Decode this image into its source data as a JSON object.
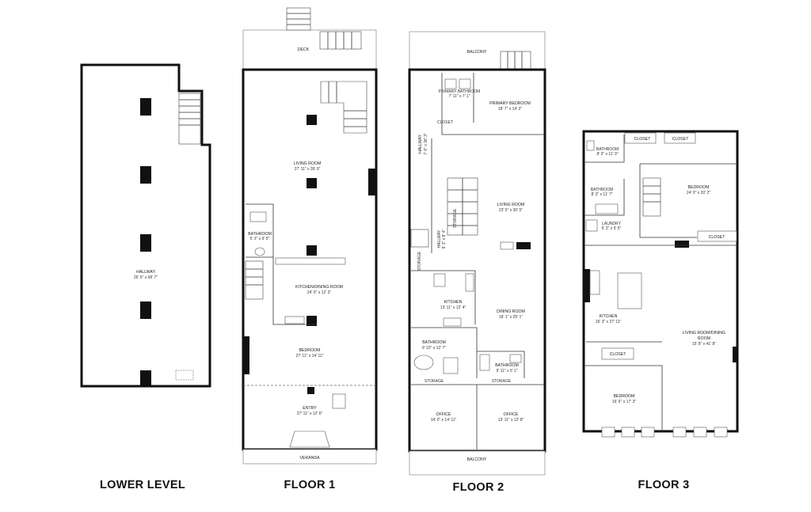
{
  "floors": [
    {
      "id": "lower",
      "label": "LOWER LEVEL",
      "rooms": [
        {
          "name": "HALLWAY",
          "dims": "26' 6\" x 68' 7\""
        }
      ]
    },
    {
      "id": "floor1",
      "label": "FLOOR 1",
      "rooms": [
        {
          "name": "DECK",
          "dims": ""
        },
        {
          "name": "LIVING ROOM",
          "dims": "27' 11\" x 39' 9\""
        },
        {
          "name": "BATHROOM",
          "dims": "5' 3\" x 9' 5\""
        },
        {
          "name": "KITCHEN/DINING ROOM",
          "dims": "24' 0\" x 12' 3\""
        },
        {
          "name": "BEDROOM",
          "dims": "27' 11\" x 14' 11\""
        },
        {
          "name": "ENTRY",
          "dims": "27' 11\" x 12' 6\""
        },
        {
          "name": "VERANDA",
          "dims": ""
        }
      ]
    },
    {
      "id": "floor2",
      "label": "FLOOR 2",
      "rooms": [
        {
          "name": "BALCONY",
          "dims": ""
        },
        {
          "name": "PRIMARY BEDROOM",
          "dims": "18' 7\" x 14' 2\""
        },
        {
          "name": "PRIMARY BATHROOM",
          "dims": "7' 11\" x 7' 1\""
        },
        {
          "name": "CLOSET",
          "dims": ""
        },
        {
          "name": "HALLWAY",
          "dims": "7' 6\" x 38' 3\""
        },
        {
          "name": "LIVING ROOM",
          "dims": "23' 5\" x 30' 5\""
        },
        {
          "name": "HALLWAY",
          "dims": "9' 3\" x 8' 4\""
        },
        {
          "name": "STORAGE",
          "dims": ""
        },
        {
          "name": "STORAGE",
          "dims": ""
        },
        {
          "name": "KITCHEN",
          "dims": "13' 11\" x 12' 4\""
        },
        {
          "name": "DINING ROOM",
          "dims": "18' 1\" x 25' 1\""
        },
        {
          "name": "BATHROOM",
          "dims": "9' 10\" x 12' 7\""
        },
        {
          "name": "BATHROOM",
          "dims": "9' 11\" x 5' 1\""
        },
        {
          "name": "STORAGE",
          "dims": ""
        },
        {
          "name": "STORAGE",
          "dims": ""
        },
        {
          "name": "OFFICE",
          "dims": "14' 0\" x 14' 11\""
        },
        {
          "name": "OFFICE",
          "dims": "13' 11\" x 12' 8\""
        },
        {
          "name": "BALCONY",
          "dims": ""
        }
      ]
    },
    {
      "id": "floor3",
      "label": "FLOOR 3",
      "rooms": [
        {
          "name": "CLOSET",
          "dims": ""
        },
        {
          "name": "CLOSET",
          "dims": ""
        },
        {
          "name": "BATHROOM",
          "dims": "8' 3\" x 11' 9\""
        },
        {
          "name": "BEDROOM",
          "dims": "24' 0\" x 20' 2\""
        },
        {
          "name": "BATHROOM",
          "dims": "8' 3\" x 11' 7\""
        },
        {
          "name": "LAUNDRY",
          "dims": "6' 3\" x 5' 5\""
        },
        {
          "name": "CLOSET",
          "dims": ""
        },
        {
          "name": "KITCHEN",
          "dims": "16' 3\" x 37' 11\""
        },
        {
          "name": "LIVING ROOM/DINING",
          "dims": ""
        },
        {
          "name": "ROOM",
          "dims": "15' 8\" x 41' 8\""
        },
        {
          "name": "CLOSET",
          "dims": ""
        },
        {
          "name": "BEDROOM",
          "dims": "16' 6\" x 17' 3\""
        }
      ]
    }
  ]
}
